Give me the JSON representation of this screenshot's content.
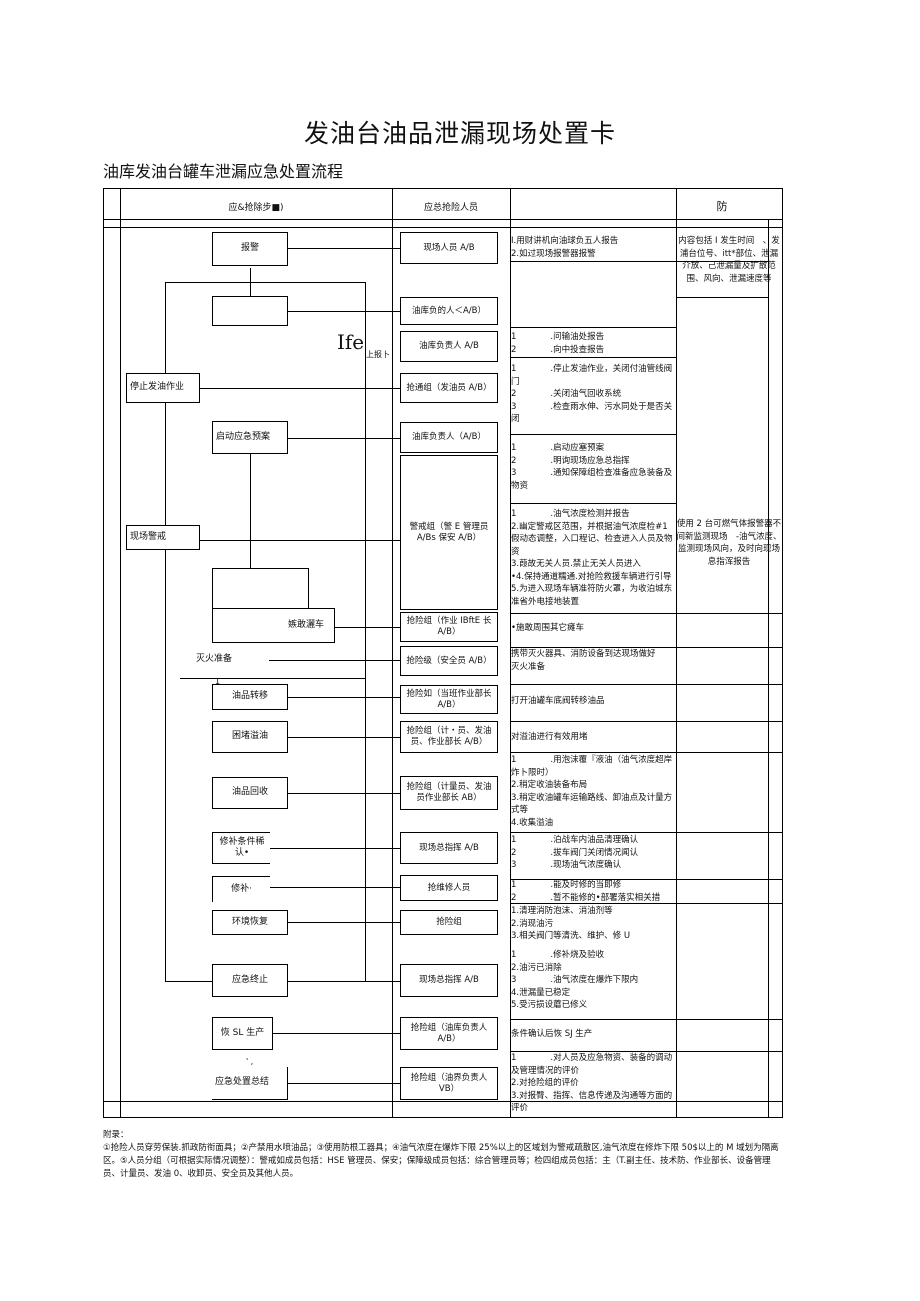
{
  "title": "发油台油品泄漏现场处置卡",
  "subtitle": "油库发油台罐车泄漏应急处置流程",
  "header": {
    "col1": "应&抢除步■)",
    "col2": "应总抢险人员",
    "col4": "防"
  },
  "left_steps": {
    "baojing": "报警",
    "stop": "停止发油作业",
    "start_plan": "启动应急预案",
    "scene_alert": "现场警戒",
    "evacuate": "嫉敢灑车",
    "fire_prep": "灭火准备",
    "transfer": "油品转移",
    "block": "困堵溢油",
    "recover": "油品回收",
    "repair_cond": "修补条件稀认•",
    "repair": "修补·",
    "env": "环境恢复",
    "end": "应急终止",
    "resume": "恢 SL 生产",
    "summary": "应急处置总结",
    "mark1": "1",
    "mark2": "' ,"
  },
  "ife": "Ife",
  "upreport": "上报卜",
  "personnel": [
    "现场人员 A/B",
    "油库负的人＜A/B）",
    "油库负责人 A/B",
    "抢通组（发油员 A/B）",
    "油库负责人（A/B）",
    "警戒组（警 E 管理员 A/Bs 保安 A/B）",
    "抢险组（作业 IBftE 长 A/B）",
    "抢险级（安全员 A/B）",
    "抢险如（当班作业部长 A/B）",
    "抢险组（计・员、发油员、作业部长 A/B）",
    "抢险组（计量员、发油员作业部长 AB）",
    "现场总指挥 A/B",
    "抢维修人员",
    "抢险组",
    "现场总指挥 A/B",
    "抢险组（油库负责人 A/B）",
    "抢险组（油界负责人 VB）"
  ],
  "measures": {
    "m1": [
      "I.用财讲机向油球负五人报告",
      "2.如过现场报警器报警"
    ],
    "m3": [
      "1　　　　.问输油处报告",
      "2　　　　.向中投查报告"
    ],
    "m4": [
      "1　　　　.停止发油作业，关闭付油管线阀门",
      "2　　　　.关闭油气回收系统",
      "3　　　　.检查雨水伸、污水同处于是否关闭"
    ],
    "m5": [
      "1　　　　.启动应塞预案",
      "2　　　　.明询现场应急总指挥",
      "3　　　　.通知保障组检查准备应急装备及物资"
    ],
    "m6": [
      "1　　　　.油气浓度检测并报告",
      "2.幽定警戒区范围，并根据油气浓度检#1假动态调整，入口程记、检查进入人员及物资",
      "3.葭故无关人员.禁止无关人员进入",
      "•4.保持通道糯通.对抢险救援车辆进行引导",
      "5.为进入现场车辆准符防火罩，为收泊城东准省外电接地装置"
    ],
    "m7": [
      "•施敢周围其它瘫车"
    ],
    "m8": [
      "携带灭火器具、消防设备到达现场做好灭火准备"
    ],
    "m9": [
      "打开油罐车底阀转移油品"
    ],
    "m10": [
      "对溢油进行有效用堵"
    ],
    "m11": [
      "1　　　　.用泡沫覆『液油（油气浓度超岸炸卜限时）",
      "2.稍定收油装备布局",
      "3.稍定收油罐车运输路线、卸油点及计量方式等",
      "4.收集溢油"
    ],
    "m12": [
      "1　　　　.泊战车内油品清理确认",
      "2　　　　.拔车阀门关闭情况闻认",
      "3　　　　.现场油气浓度确认"
    ],
    "m13": [
      "1　　　　.能及时修的当即修",
      "2　　　　.暂不能修的•部署落实相关措"
    ],
    "m14": [
      "1.清理消防泡沫、消油剂等",
      "2.消现油污",
      "3.相关阀门等清洗、维护、修 U"
    ],
    "m15": [
      "1　　　　.修补烧及验收",
      "2.油污已消除",
      "3　　　　.油气浓度在爆炸下限内",
      "4.泄漏量已稳定",
      "5.受污损设蘑已修义"
    ],
    "m16": [
      "条件确认后恢 SJ 生产"
    ],
    "m17": [
      "1　　　　.对人员及应急物资、装备的调动及管理情况的评价",
      "2.对抢险组的评价",
      "3.对报臀、指挥、信息传递及沟通等方面的评价"
    ]
  },
  "prevention": {
    "p1": "内容包括 I 发生时间　、发浦台位号、itt*部位、泄漏介放、己泄漏量及扩散范围、风向、泄漏速度等",
    "p2": "使用 2 台可燃气体报警器不间新监测现场　-油气浓度、监测现场风向，及时向现场息指浑报告"
  },
  "footer": {
    "label": "附录：",
    "line1": "①抢险人员穿劳保装.抓政防衔面具；②产禁用水喷油品；③使用防根工器具；④油气浓度在爆炸下限 25%以上的区域划为警戒疏散区,油气浓度在修炸下限 50$以上的 M 域划为隔离区。⑤人员分组（可根据实际情况调整）：警戒如成员包括：HSE 管理员、保安；保障级成员包括：综合管理员等；检四组成员包括：主（T.副主任、技术防、作业部长、设备管理员、计量员、发油 0、收卸员、安全员及其他人员。"
  }
}
